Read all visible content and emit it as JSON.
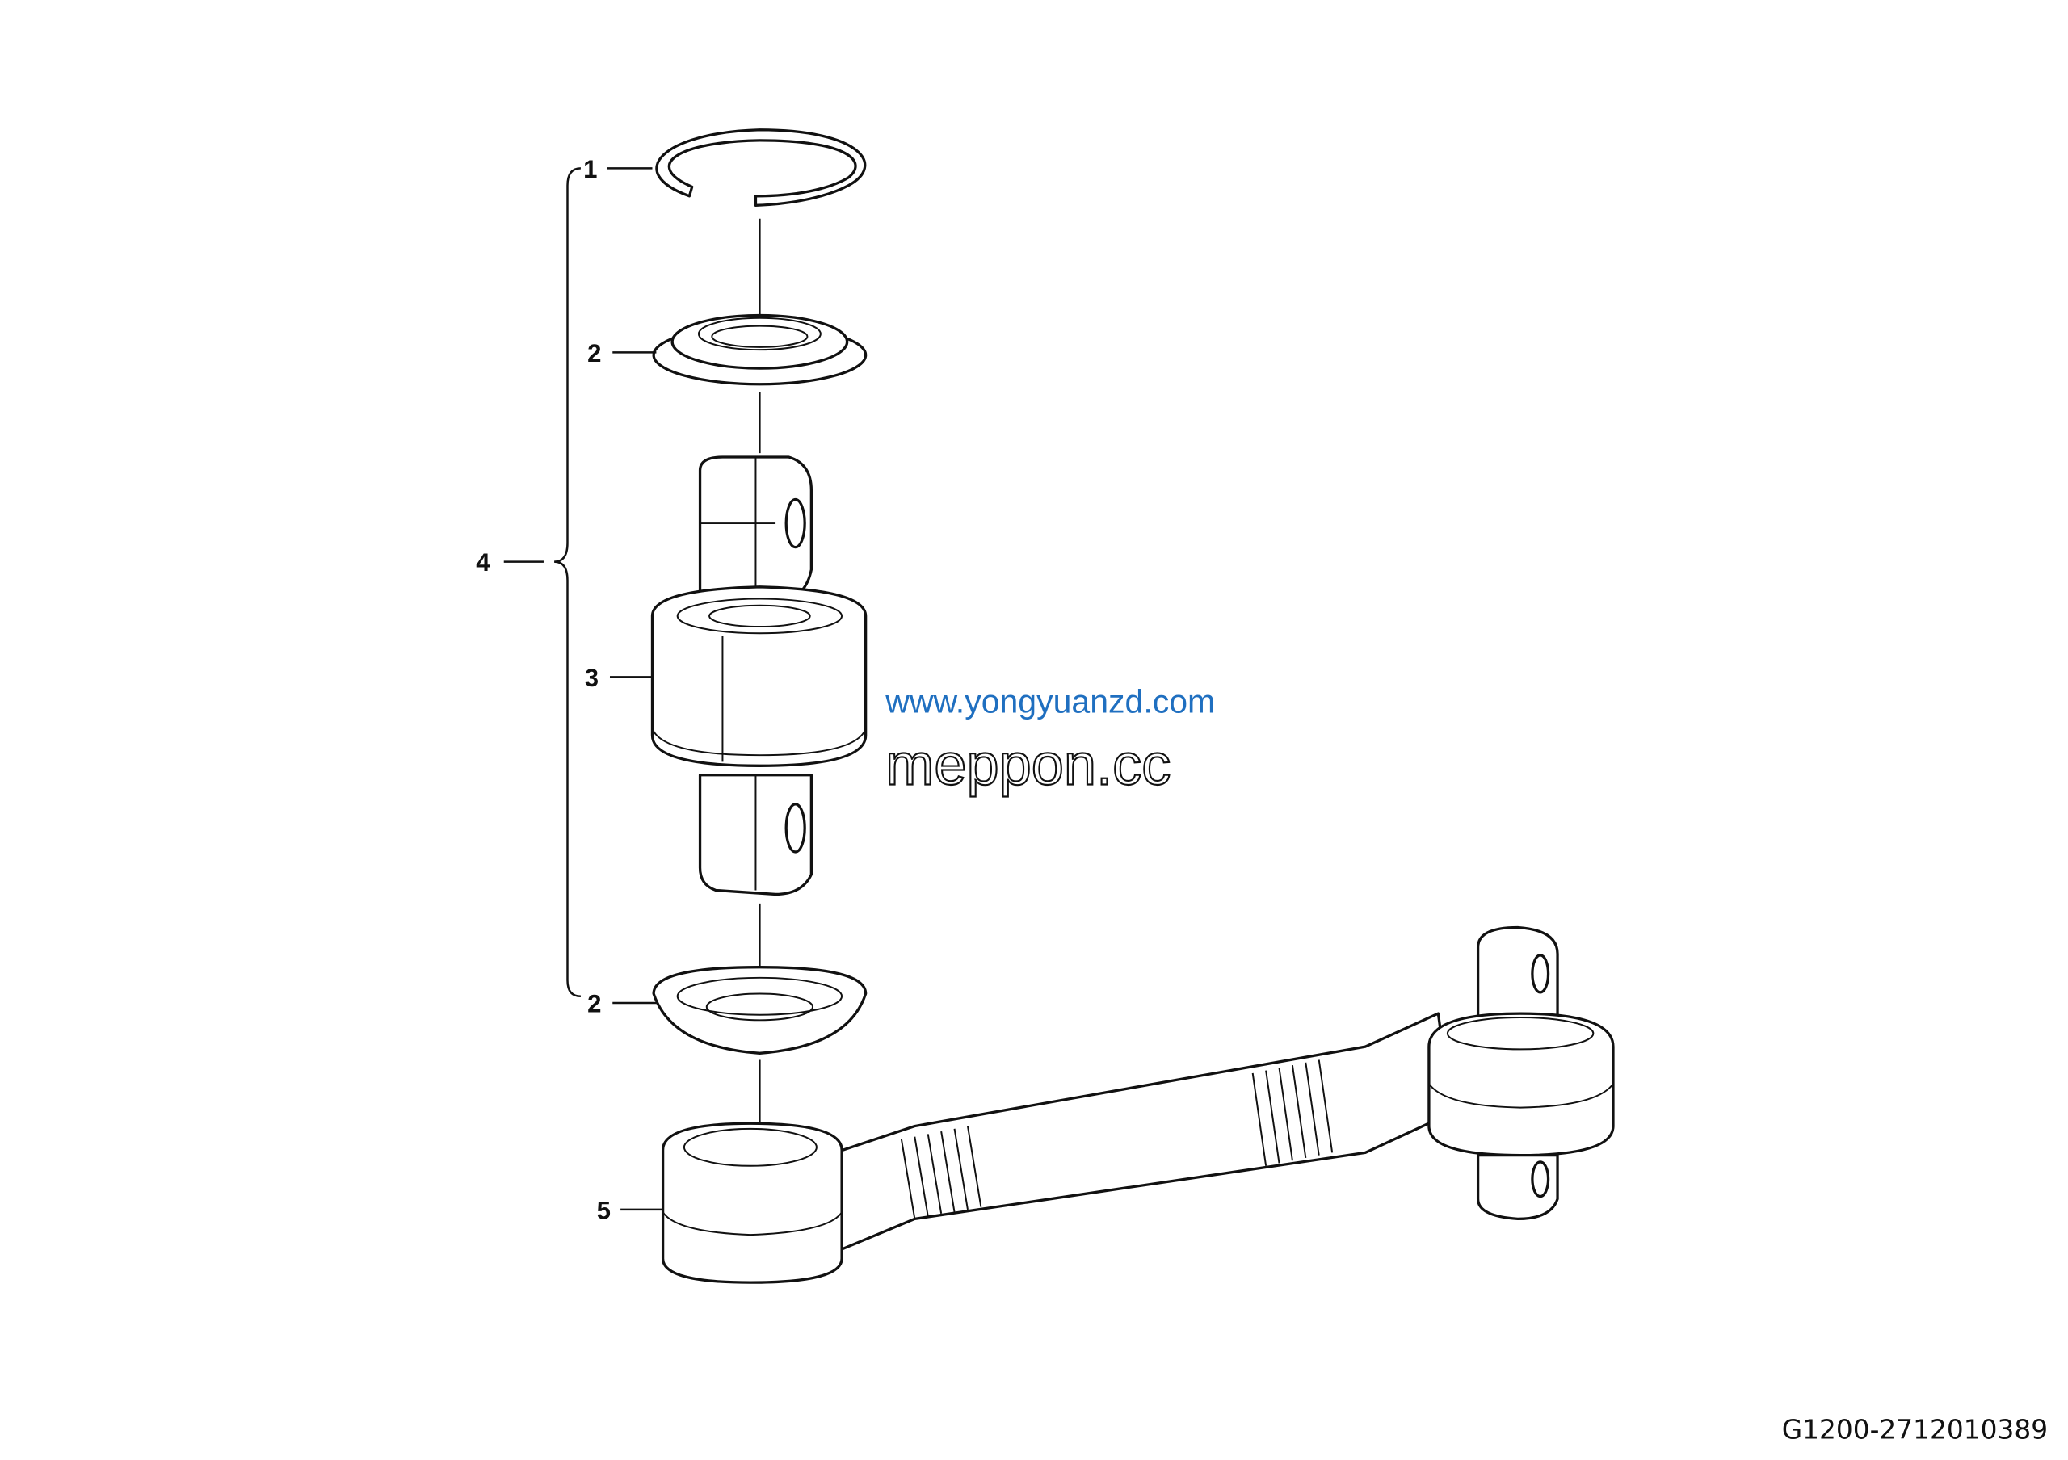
{
  "callouts": {
    "c1": "1",
    "c2_top": "2",
    "c3": "3",
    "c4": "4",
    "c2_bottom": "2",
    "c5": "5"
  },
  "watermarks": {
    "outline": "meppon.cc",
    "url": "www.yongyuanzd.com"
  },
  "drawing_code": "G1200-2712010389",
  "colors": {
    "watermark_blue": "#1f6fc0",
    "line": "#111111"
  }
}
